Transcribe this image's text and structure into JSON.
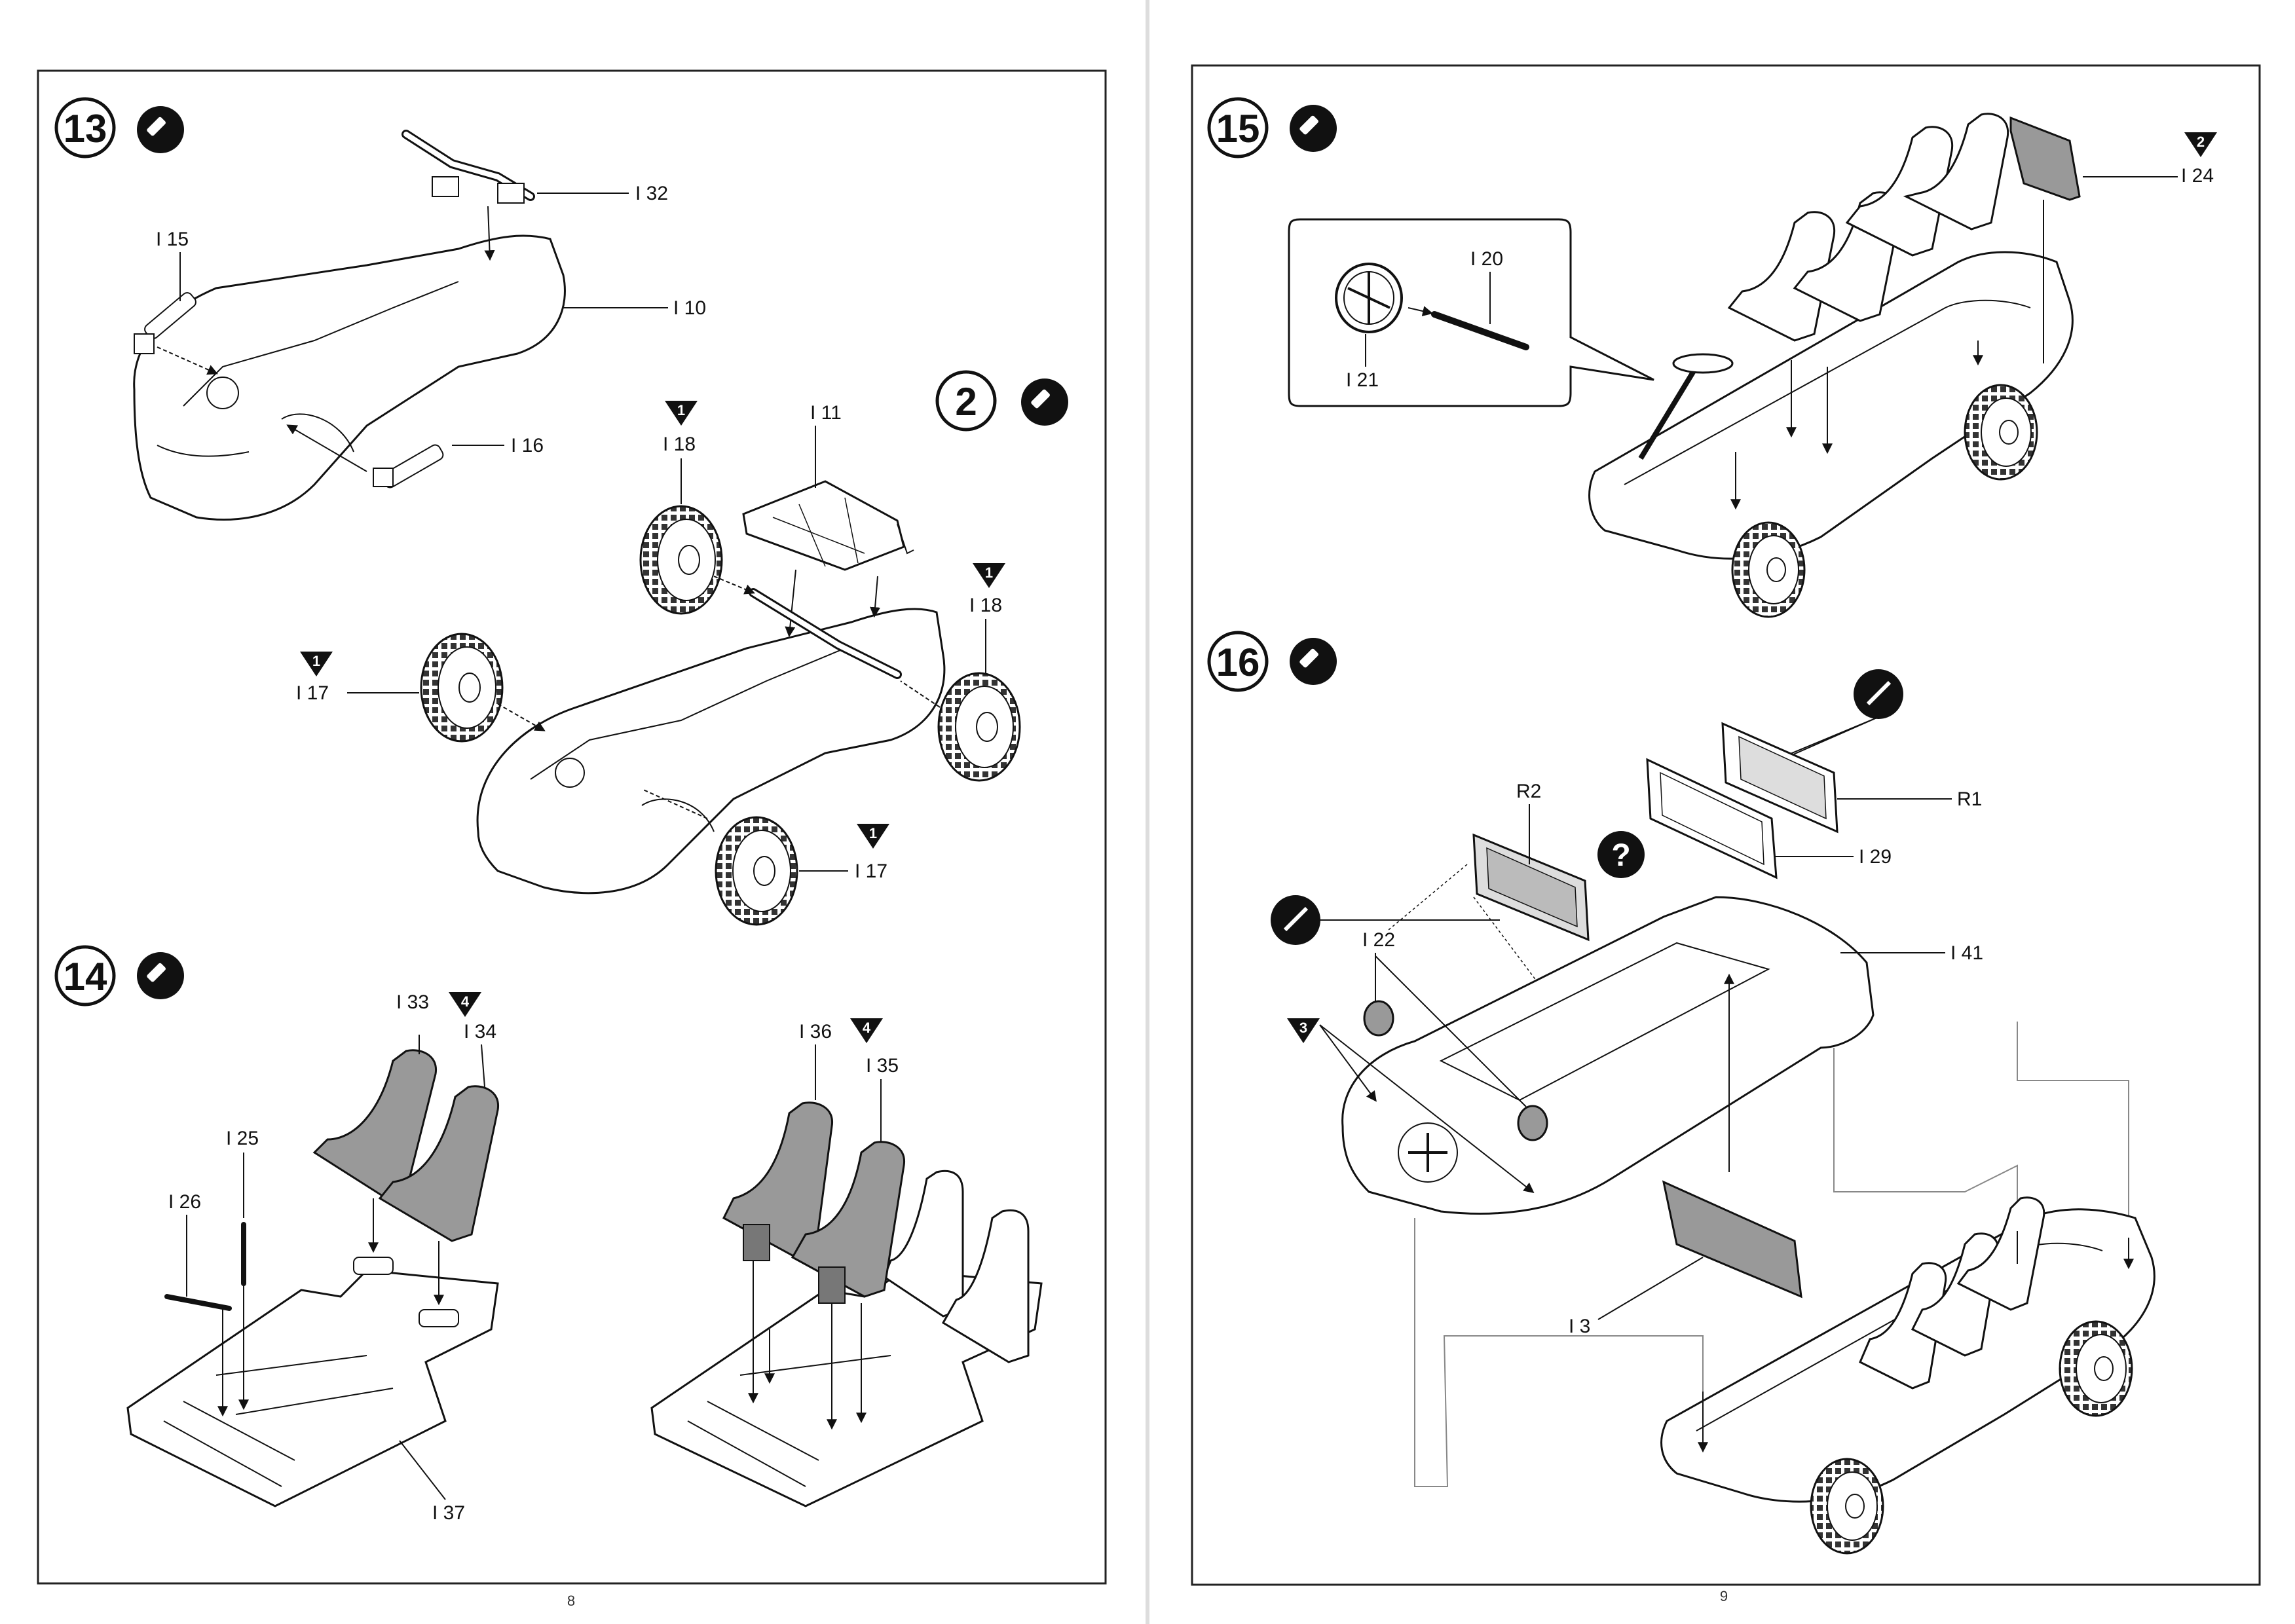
{
  "pages": {
    "left_number": "8",
    "right_number": "9"
  },
  "steps": {
    "s13": "13",
    "s2": "2",
    "s14": "14",
    "s15": "15",
    "s16": "16"
  },
  "parts": {
    "i32": "I 32",
    "i15": "I 15",
    "i10": "I 10",
    "i16": "I 16",
    "i11": "I 11",
    "i18a": "I 18",
    "i18b": "I 18",
    "i17a": "I 17",
    "i17b": "I 17",
    "i33": "I 33",
    "i34": "I 34",
    "i25": "I 25",
    "i26": "I 26",
    "i37": "I 37",
    "i36": "I 36",
    "i35": "I 35",
    "i20": "I 20",
    "i21": "I 21",
    "i24": "I 24",
    "r2": "R2",
    "r1": "R1",
    "i29": "I 29",
    "i22": "I 22",
    "i41": "I 41",
    "i3": "I 3"
  },
  "markers": {
    "m18a": "1",
    "m18b": "1",
    "m17a": "1",
    "m17b": "1",
    "m34": "4",
    "m35": "4",
    "m24": "2",
    "m22": "3",
    "question": "?"
  }
}
